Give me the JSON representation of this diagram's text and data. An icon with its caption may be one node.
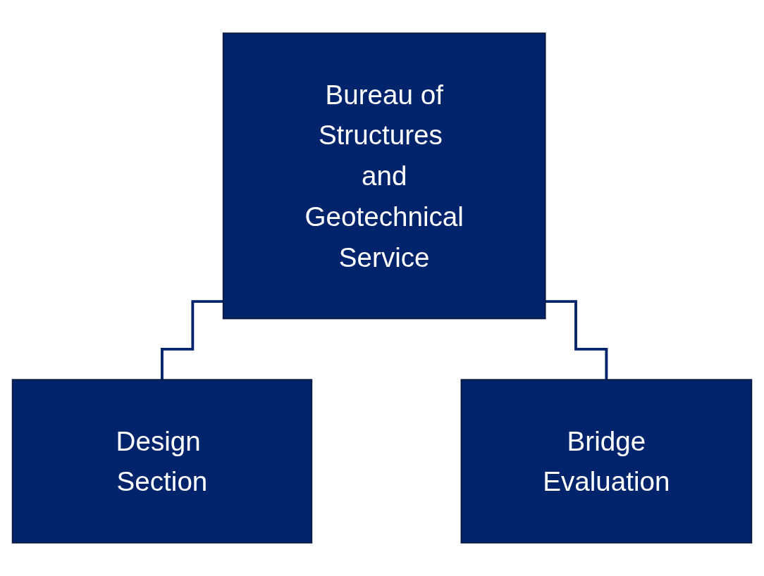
{
  "diagram": {
    "nodes": [
      {
        "text": [
          "Bureau of Structures and Geotechnical Service"
        ]
      },
      {
        "text": [
          "Design Section"
        ]
      },
      {
        "text": [
          "Bridge Evaluation"
        ]
      }
    ],
    "edges": [
      {
        "from": 0,
        "to": 1,
        "arrow": "none"
      },
      {
        "from": 0,
        "to": 2,
        "arrow": "none"
      }
    ]
  }
}
